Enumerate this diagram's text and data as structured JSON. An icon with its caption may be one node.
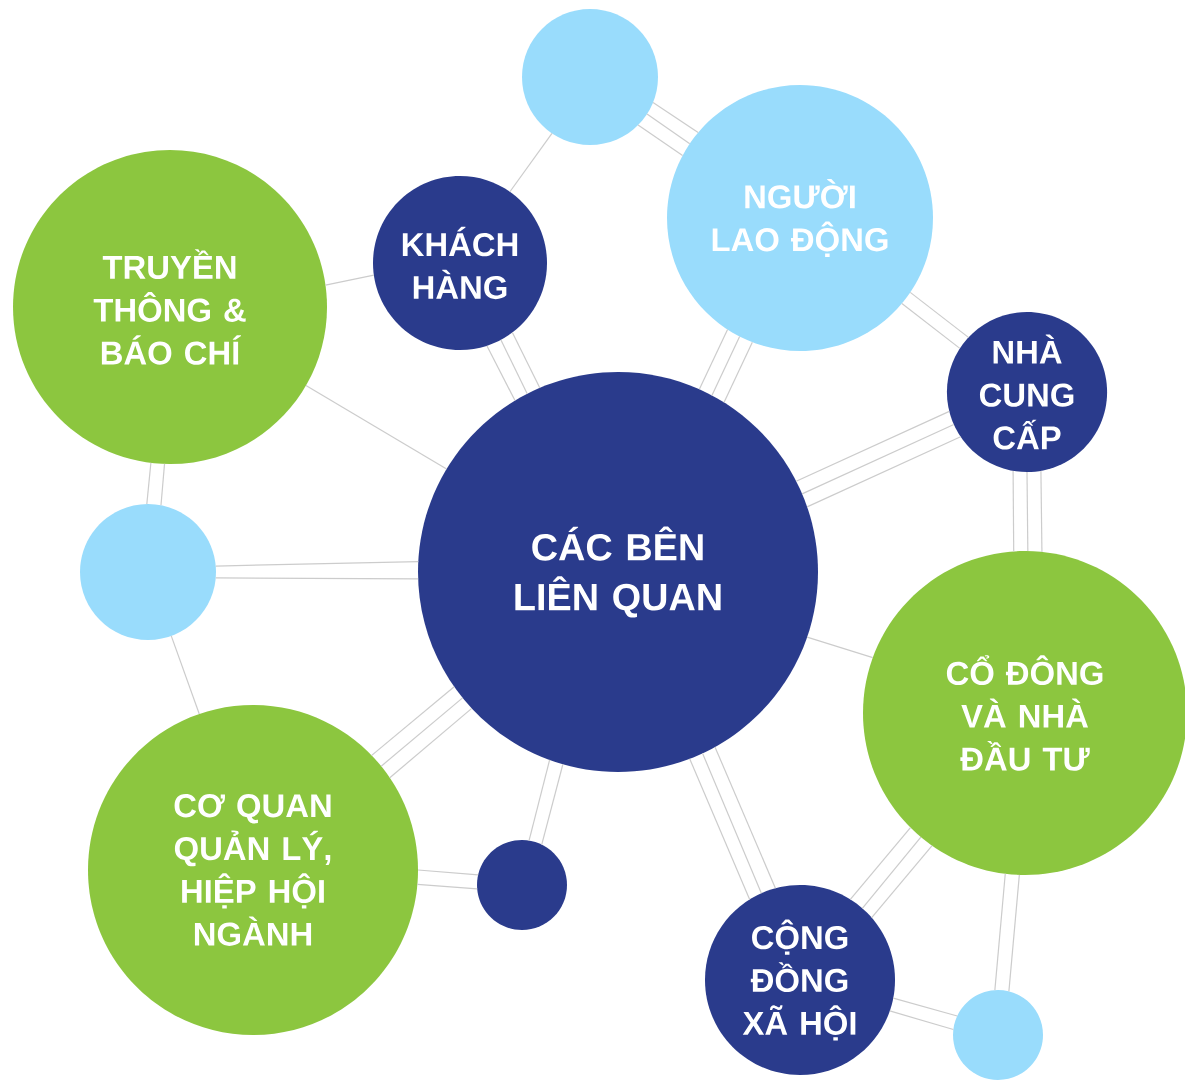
{
  "diagram": {
    "nodes": [
      {
        "text": [
          "CÁC BÊN LIÊN QUAN"
        ]
      },
      {
        "text": [
          "TRUYỀN THÔNG & BÁO CHÍ"
        ]
      },
      {
        "text": [
          "KHÁCH HÀNG"
        ]
      },
      {
        "text": [],
        "shape": "circle"
      },
      {
        "text": [
          "NGƯỜI LAO ĐỘNG"
        ]
      },
      {
        "text": [
          "NHÀ CUNG CẤP"
        ]
      },
      {
        "text": [],
        "shape": "circle"
      },
      {
        "text": [
          "CỔ ĐÔNG VÀ NHÀ ĐẦU TƯ"
        ]
      },
      {
        "text": [
          "CƠ QUAN QUẢN LÝ, HIỆP HỘI NGÀNH"
        ]
      },
      {
        "text": [],
        "shape": "circle"
      },
      {
        "text": [
          "CỘNG ĐỒNG XÃ HỘI"
        ]
      },
      {
        "text": [],
        "shape": "circle"
      }
    ],
    "edges": [
      {
        "from": 3,
        "to": 2,
        "arrow": "none"
      },
      {
        "from": 3,
        "to": 4,
        "arrow": "none"
      },
      {
        "from": 3,
        "to": 4,
        "arrow": "none"
      },
      {
        "from": 3,
        "to": 4,
        "arrow": "none"
      },
      {
        "from": 1,
        "to": 2,
        "arrow": "none"
      },
      {
        "from": 1,
        "to": 0,
        "arrow": "none"
      },
      {
        "from": 2,
        "to": 0,
        "arrow": "none"
      },
      {
        "from": 2,
        "to": 0,
        "arrow": "none"
      },
      {
        "from": 2,
        "to": 0,
        "arrow": "none"
      },
      {
        "from": 4,
        "to": 0,
        "arrow": "none"
      },
      {
        "from": 4,
        "to": 0,
        "arrow": "none"
      },
      {
        "from": 4,
        "to": 0,
        "arrow": "none"
      },
      {
        "from": 4,
        "to": 5,
        "arrow": "none"
      },
      {
        "from": 4,
        "to": 5,
        "arrow": "none"
      },
      {
        "from": 5,
        "to": 0,
        "arrow": "none"
      },
      {
        "from": 5,
        "to": 0,
        "arrow": "none"
      },
      {
        "from": 5,
        "to": 0,
        "arrow": "none"
      },
      {
        "from": 5,
        "to": 7,
        "arrow": "none"
      },
      {
        "from": 5,
        "to": 7,
        "arrow": "none"
      },
      {
        "from": 5,
        "to": 7,
        "arrow": "none"
      },
      {
        "from": 0,
        "to": 7,
        "arrow": "none"
      },
      {
        "from": 1,
        "to": 6,
        "arrow": "none"
      },
      {
        "from": 1,
        "to": 6,
        "arrow": "none"
      },
      {
        "from": 6,
        "to": 0,
        "arrow": "none"
      },
      {
        "from": 6,
        "to": 0,
        "arrow": "none"
      },
      {
        "from": 6,
        "to": 8,
        "arrow": "none"
      },
      {
        "from": 8,
        "to": 0,
        "arrow": "none"
      },
      {
        "from": 8,
        "to": 0,
        "arrow": "none"
      },
      {
        "from": 8,
        "to": 0,
        "arrow": "none"
      },
      {
        "from": 8,
        "to": 9,
        "arrow": "none"
      },
      {
        "from": 8,
        "to": 9,
        "arrow": "none"
      },
      {
        "from": 9,
        "to": 0,
        "arrow": "none"
      },
      {
        "from": 9,
        "to": 0,
        "arrow": "none"
      },
      {
        "from": 0,
        "to": 10,
        "arrow": "none"
      },
      {
        "from": 0,
        "to": 10,
        "arrow": "none"
      },
      {
        "from": 0,
        "to": 10,
        "arrow": "none"
      },
      {
        "from": 7,
        "to": 10,
        "arrow": "none"
      },
      {
        "from": 7,
        "to": 10,
        "arrow": "none"
      },
      {
        "from": 7,
        "to": 10,
        "arrow": "none"
      },
      {
        "from": 10,
        "to": 11,
        "arrow": "none"
      },
      {
        "from": 10,
        "to": 11,
        "arrow": "none"
      },
      {
        "from": 7,
        "to": 11,
        "arrow": "none"
      },
      {
        "from": 7,
        "to": 11,
        "arrow": "none"
      }
    ]
  }
}
